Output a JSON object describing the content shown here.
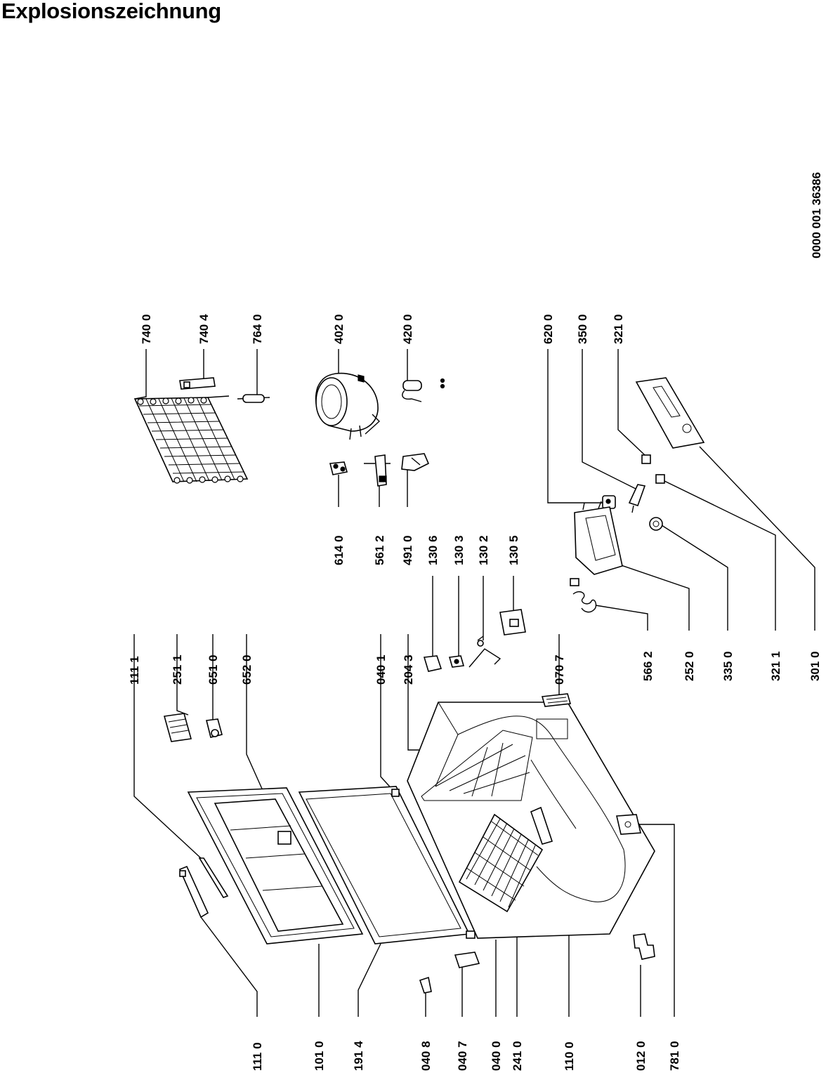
{
  "title": "Explosionszeichnung",
  "document_number": "0000 001 36386",
  "parts": [
    {
      "id": "p7400",
      "label": "740 0"
    },
    {
      "id": "p7404",
      "label": "740 4"
    },
    {
      "id": "p7640",
      "label": "764 0"
    },
    {
      "id": "p4020",
      "label": "402 0"
    },
    {
      "id": "p4200",
      "label": "420 0"
    },
    {
      "id": "p6200",
      "label": "620 0"
    },
    {
      "id": "p3500",
      "label": "350 0"
    },
    {
      "id": "p3210",
      "label": "321 0"
    },
    {
      "id": "p6140",
      "label": "614 0"
    },
    {
      "id": "p5612",
      "label": "561 2"
    },
    {
      "id": "p4910",
      "label": "491 0"
    },
    {
      "id": "p1306",
      "label": "130 6"
    },
    {
      "id": "p1303",
      "label": "130 3"
    },
    {
      "id": "p1302",
      "label": "130 2"
    },
    {
      "id": "p1305",
      "label": "130 5"
    },
    {
      "id": "p5662",
      "label": "566 2"
    },
    {
      "id": "p2520",
      "label": "252 0"
    },
    {
      "id": "p3350",
      "label": "335 0"
    },
    {
      "id": "p3211",
      "label": "321 1"
    },
    {
      "id": "p3010",
      "label": "301 0"
    },
    {
      "id": "p1111",
      "label": "111 1"
    },
    {
      "id": "p2511",
      "label": "251 1"
    },
    {
      "id": "p6510",
      "label": "651 0"
    },
    {
      "id": "p6520",
      "label": "652 0"
    },
    {
      "id": "p0401",
      "label": "040 1"
    },
    {
      "id": "p2043",
      "label": "204 3"
    },
    {
      "id": "p0707",
      "label": "070 7"
    },
    {
      "id": "p1110",
      "label": "111 0"
    },
    {
      "id": "p1010",
      "label": "101 0"
    },
    {
      "id": "p1914",
      "label": "191 4"
    },
    {
      "id": "p0408",
      "label": "040 8"
    },
    {
      "id": "p0407",
      "label": "040 7"
    },
    {
      "id": "p0400",
      "label": "040 0"
    },
    {
      "id": "p2410",
      "label": "241 0"
    },
    {
      "id": "p1100",
      "label": "110 0"
    },
    {
      "id": "p0120",
      "label": "012 0"
    },
    {
      "id": "p7810",
      "label": "781 0"
    }
  ]
}
